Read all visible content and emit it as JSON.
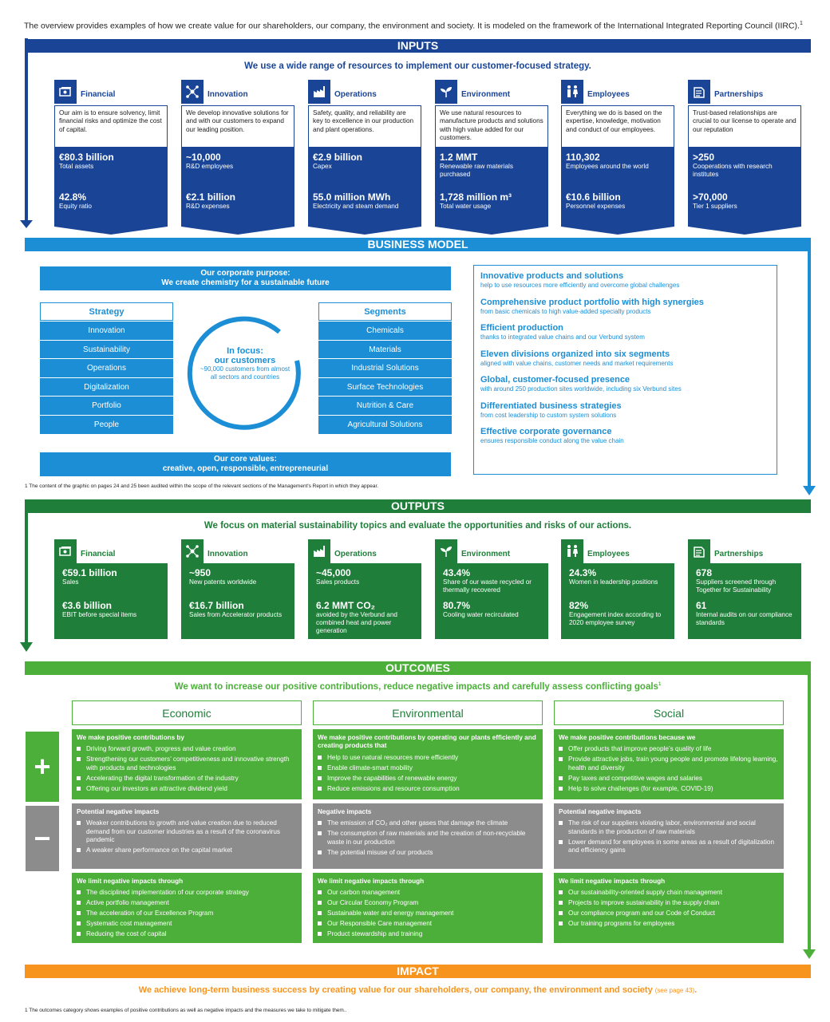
{
  "intro": "The overview provides examples of how we create value for our shareholders, our company, the environment and society. It is modeled on the framework of the International Integrated Reporting Council (IIRC).",
  "intro_fn": "1",
  "inputs": {
    "title": "INPUTS",
    "subtitle": "We use a wide range of resources to implement our customer-focused strategy.",
    "cards": [
      {
        "icon": "money-icon",
        "title": "Financial",
        "desc": "Our aim is to ensure solvency, limit financial risks and optimize the cost of capital.",
        "v1": "€80.3 billion",
        "l1": "Total assets",
        "v2": "42.8%",
        "l2": "Equity ratio"
      },
      {
        "icon": "network-icon",
        "title": "Innovation",
        "desc": "We develop innovative solutions for and with our customers to expand our leading position.",
        "v1": "~10,000",
        "l1": "R&D employees",
        "v2": "€2.1 billion",
        "l2": "R&D expenses"
      },
      {
        "icon": "factory-icon",
        "title": "Operations",
        "desc": "Safety, quality, and reliability are key to excellence in our production and plant operations.",
        "v1": "€2.9 billion",
        "l1": "Capex",
        "v2": "55.0 million MWh",
        "l2": "Electricity and steam demand"
      },
      {
        "icon": "plant-icon",
        "title": "Environment",
        "desc": "We use natural resources to manufacture products and solutions with high value added for our customers.",
        "v1": "1.2 MMT",
        "l1": "Renewable raw materials purchased",
        "v2": "1,728 million m³",
        "l2": "Total water usage"
      },
      {
        "icon": "people-icon",
        "title": "Employees",
        "desc": "Everything we do is based on the expertise, knowledge, motivation and conduct of our employees.",
        "v1": "110,302",
        "l1": "Employees around the world",
        "v2": "€10.6 billion",
        "l2": "Personnel expenses"
      },
      {
        "icon": "handshake-icon",
        "title": "Partnerships",
        "desc": "Trust-based relationships are crucial to our license to operate and our reputation",
        "v1": ">250",
        "l1": "Cooperations with research institutes",
        "v2": ">70,000",
        "l2": "Tier 1 suppliers"
      }
    ]
  },
  "business": {
    "title": "BUSINESS MODEL",
    "purpose_1": "Our corporate purpose:",
    "purpose_2": "We create chemistry for a sustainable future",
    "strategy_title": "Strategy",
    "strategy": [
      "Innovation",
      "Sustainability",
      "Operations",
      "Digitalization",
      "Portfolio",
      "People"
    ],
    "segments_title": "Segments",
    "segments": [
      "Chemicals",
      "Materials",
      "Industrial Solutions",
      "Surface Technologies",
      "Nutrition & Care",
      "Agricultural Solutions"
    ],
    "focus_1": "In focus:",
    "focus_2": "our customers",
    "focus_3": "~90,000 customers from almost all sectors and countries",
    "values_1": "Our core values:",
    "values_2": "creative, open, responsible, entrepreneurial",
    "right": [
      {
        "t": "Innovative products and solutions",
        "s": "help to use resources more efficiently and overcome global challenges"
      },
      {
        "t": "Comprehensive product portfolio with high synergies",
        "s": "from basic chemicals to high value-added specialty products"
      },
      {
        "t": "Efficient production",
        "s": "thanks to integrated value chains and our Verbund system"
      },
      {
        "t": "Eleven divisions organized into six segments",
        "s": "aligned with value chains, customer needs and market requirements"
      },
      {
        "t": "Global, customer-focused presence",
        "s": "with around 250 production sites worldwide, including six Verbund sites"
      },
      {
        "t": "Differentiated business strategies",
        "s": "from cost leadership to custom system solutions"
      },
      {
        "t": "Effective corporate governance",
        "s": "ensures responsible conduct along the value chain"
      }
    ],
    "footnote": "1   The content of the graphic on pages 24 and 25 been audited within the scope of the relevant sections of the Management's Report in which they appear."
  },
  "outputs": {
    "title": "OUTPUTS",
    "subtitle": "We focus on material sustainability topics and evaluate the opportunities and risks of our actions.",
    "cards": [
      {
        "icon": "money-icon",
        "title": "Financial",
        "v1": "€59.1 billion",
        "l1": "Sales",
        "v2": "€3.6 billion",
        "l2": "EBIT before special items"
      },
      {
        "icon": "network-icon",
        "title": "Innovation",
        "v1": "~950",
        "l1": "New patents worldwide",
        "v2": "€16.7 billion",
        "l2": "Sales from Accelerator products"
      },
      {
        "icon": "factory-icon",
        "title": "Operations",
        "v1": "~45,000",
        "l1": "Sales products",
        "v2": "6.2 MMT CO₂",
        "l2": "avoided by the Verbund and combined heat and power generation"
      },
      {
        "icon": "plant-icon",
        "title": "Environment",
        "v1": "43.4%",
        "l1": "Share of our waste recycled or thermally recovered",
        "v2": "80.7%",
        "l2": "Cooling water recirculated"
      },
      {
        "icon": "people-icon",
        "title": "Employees",
        "v1": "24.3%",
        "l1": "Women in leadership positions",
        "v2": "82%",
        "l2": "Engagement index according to 2020 employee survey"
      },
      {
        "icon": "handshake-icon",
        "title": "Partnerships",
        "v1": "678",
        "l1": "Suppliers screened through Together for Sustainability",
        "v2": "61",
        "l2": "Internal audits on our compliance standards"
      }
    ]
  },
  "outcomes": {
    "title": "OUTCOMES",
    "subtitle": "We want to increase our positive contributions, reduce negative impacts and carefully assess conflicting goals",
    "subtitle_fn": "1",
    "plus": "+",
    "minus": "−",
    "cols": [
      {
        "head": "Economic",
        "pos_h": "We make positive contributions by",
        "pos": [
          "Driving forward growth, progress and value creation",
          "Strengthening our customers’ competitiveness and innovative strength with products and technologies",
          "Accelerating the digital transformation of the industry",
          "Offering our investors an attractive dividend yield"
        ],
        "neg_h": "Potential negative impacts",
        "neg": [
          "Weaker contributions to growth and value creation due to reduced demand from our customer industries as a result of the coronavirus pandemic",
          "A weaker share performance on the capital market"
        ],
        "lim_h": "We limit negative impacts through",
        "lim": [
          "The disciplined implementation of our corporate strategy",
          "Active portfolio management",
          "The acceleration of our Excellence Program",
          "Systematic cost management",
          "Reducing the cost of capital"
        ]
      },
      {
        "head": "Environmental",
        "pos_h": "We make positive contributions by operating our plants efficiently and creating products that",
        "pos": [
          "Help to use natural resources more efficiently",
          "Enable climate-smart mobility",
          "Improve the capabilities of renewable energy",
          "Reduce emissions and resource consumption"
        ],
        "neg_h": "Negative impacts",
        "neg": [
          "The emission of CO₂ and other gases that damage the climate",
          "The consumption of raw materials and the creation of non-recyclable waste in our production",
          "The potential misuse of our products"
        ],
        "lim_h": "We limit negative impacts through",
        "lim": [
          "Our carbon management",
          "Our Circular Economy Program",
          "Sustainable water and energy management",
          "Our Responsible Care management",
          "Product stewardship and training"
        ]
      },
      {
        "head": "Social",
        "pos_h": "We make positive contributions because we",
        "pos": [
          "Offer products that improve people’s quality of life",
          "Provide attractive jobs, train young people and promote lifelong learning, health and diversity",
          "Pay taxes and competitive wages and salaries",
          "Help to solve challenges (for example, COVID-19)"
        ],
        "neg_h": "Potential negative impacts",
        "neg": [
          "The risk of our suppliers violating labor, environmental and social standards in the production of raw materials",
          "Lower demand for employees in some areas as a result of digitalization and efficiency gains"
        ],
        "lim_h": "We limit negative impacts through",
        "lim": [
          "Our sustainability-oriented supply chain management",
          "Projects to improve sustainability in the supply chain",
          "Our compliance program and our Code of Conduct",
          "Our training programs for employees"
        ]
      }
    ]
  },
  "impact": {
    "title": "IMPACT",
    "text": "We achieve long-term business success by creating value for our shareholders, our company, the environment and society",
    "ref": "(see page 43)",
    "dot": ".",
    "footnote": "1   The outcomes category shows examples of positive contributions as well as negative impacts and the measures we take to mitigate them.."
  },
  "colors": {
    "blue": "#1a4596",
    "light_blue": "#1b8ed6",
    "green": "#1f7e39",
    "light_green": "#4caf3a",
    "gray": "#8c8c8c",
    "orange": "#f7941d"
  }
}
